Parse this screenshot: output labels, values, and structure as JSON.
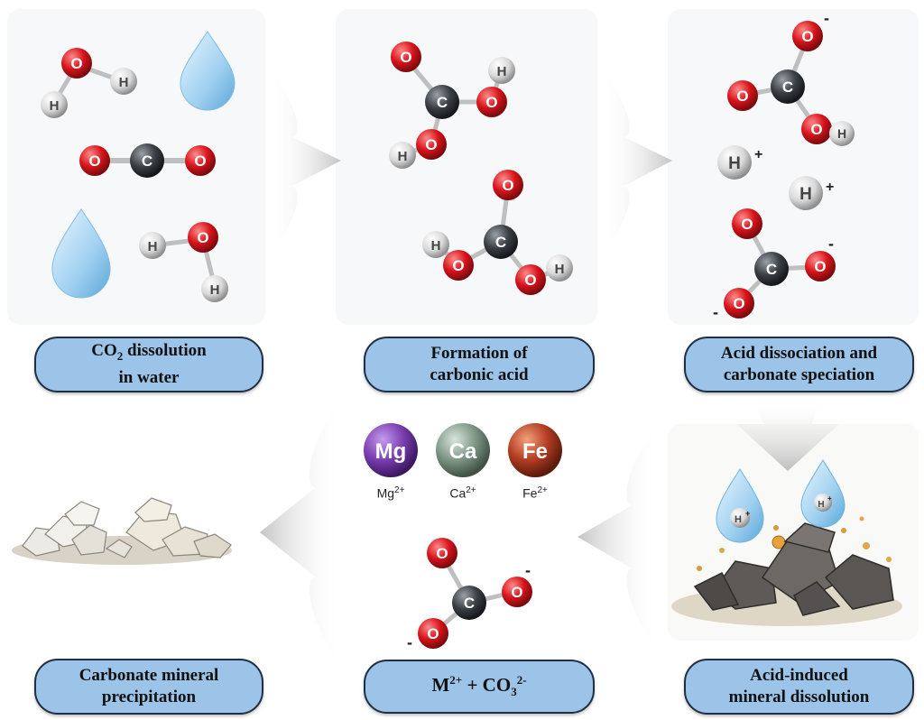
{
  "steps": [
    {
      "id": "co2-dissolution",
      "line1_pre": "CO",
      "line1_sub": "2",
      "line1_post": " dissolution",
      "line2": "in water"
    },
    {
      "id": "carbonic-acid",
      "line1": "Formation of",
      "line2": "carbonic acid"
    },
    {
      "id": "acid-dissociation",
      "line1": "Acid dissociation and",
      "line2": "carbonate speciation"
    },
    {
      "id": "mineral-dissolution",
      "line1": "Acid-induced",
      "line2": "mineral dissolution"
    },
    {
      "id": "ions",
      "m": "M",
      "m_sup": "2+",
      "plus": " + CO",
      "co3_sub": "3",
      "co3_sup": "2-"
    },
    {
      "id": "precipitation",
      "line1": "Carbonate mineral",
      "line2": "precipitation"
    }
  ],
  "atoms": {
    "oxygen": "O",
    "carbon": "C",
    "hydrogen": "H",
    "proton": "H",
    "proton_charge": "+",
    "negative_charge": "-"
  },
  "cations": [
    {
      "symbol": "Mg",
      "ion": "Mg",
      "charge": "2+",
      "color": "#7a3fb0"
    },
    {
      "symbol": "Ca",
      "ion": "Ca",
      "charge": "2+",
      "color": "#7f9685"
    },
    {
      "symbol": "Fe",
      "ion": "Fe",
      "charge": "2+",
      "color": "#b33d22"
    }
  ],
  "colors": {
    "label_fill": "#9cc3e8",
    "label_border": "#1f2f44",
    "oxygen": "#d8141b",
    "carbon": "#3b3f45",
    "hydrogen": "#d9d9d9",
    "arrow": "#cfcfcf",
    "droplet": "#9fd0f0"
  }
}
